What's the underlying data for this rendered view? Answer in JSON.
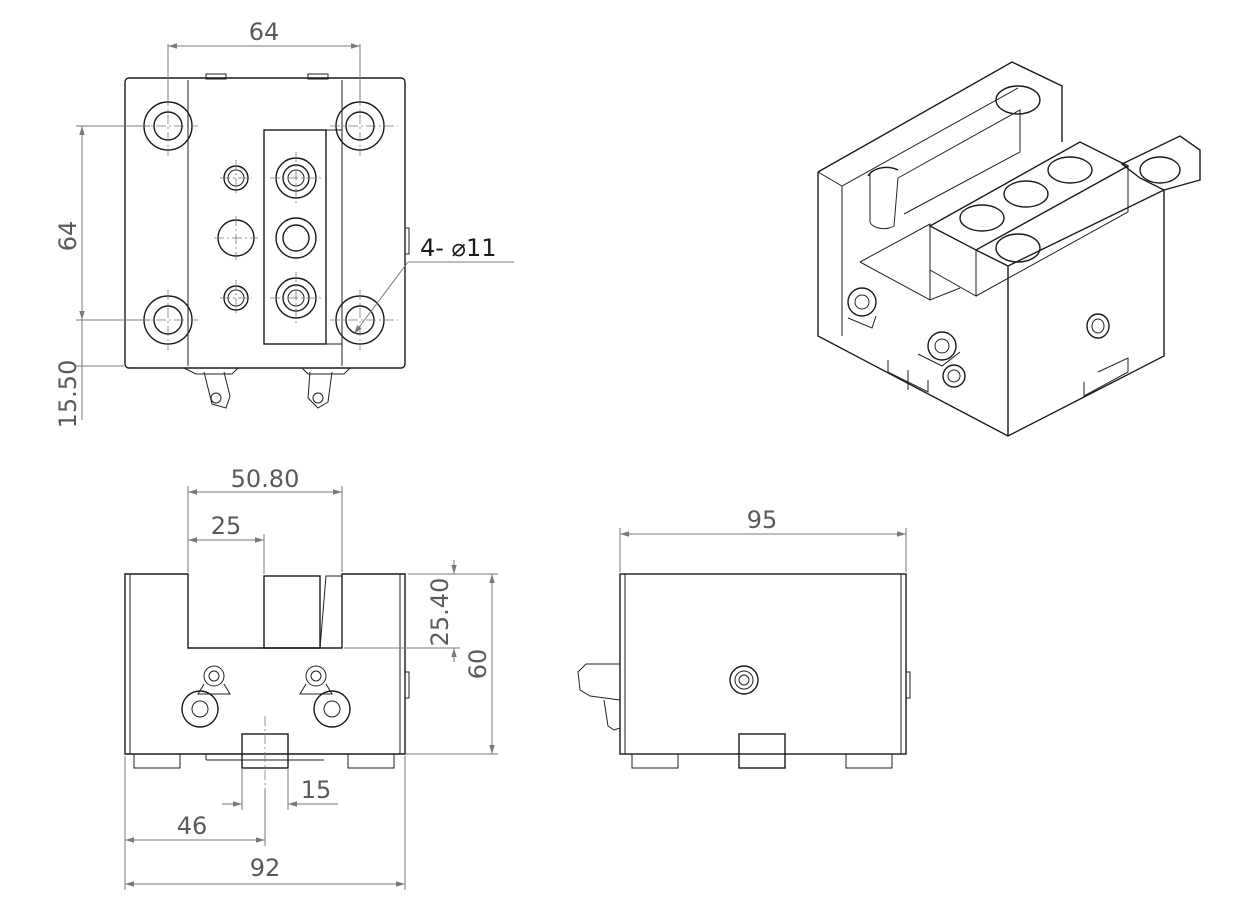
{
  "dimensions": {
    "top_width": "64",
    "top_height": "64",
    "top_offset": "15.50",
    "hole_callout": "4- ⌀11",
    "front_slot_width": "50.80",
    "front_inner_width": "25",
    "front_slot_depth": "25.40",
    "front_height": "60",
    "front_key_width": "15",
    "front_key_offset": "46",
    "front_overall_width": "92",
    "side_overall_length": "95"
  },
  "colors": {
    "line": "#1a1a1a",
    "dimension": "#7a7a7a",
    "text": "#5a5a5a"
  }
}
